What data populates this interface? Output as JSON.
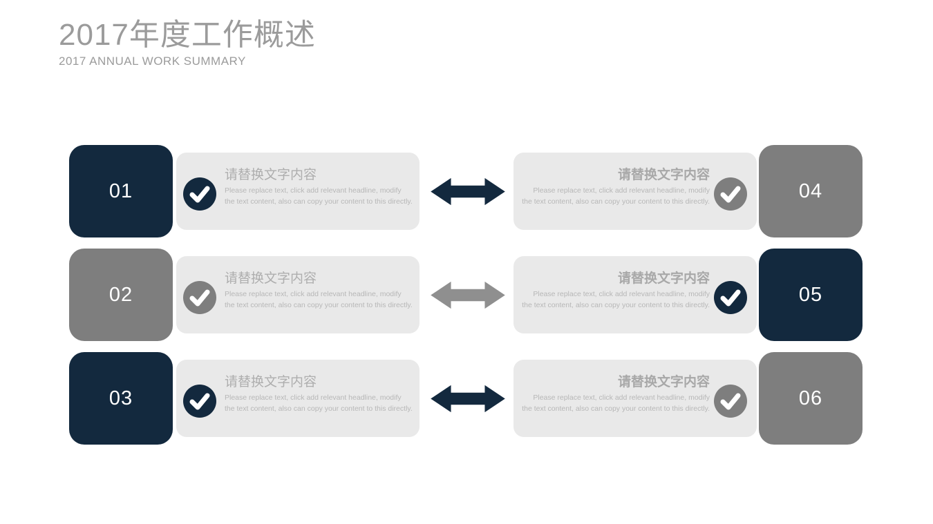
{
  "header": {
    "title": "2017年度工作概述",
    "subtitle": "2017 ANNUAL WORK SUMMARY"
  },
  "colors": {
    "navy": "#13293e",
    "gray": "#7e7e7e",
    "arrow_gray": "#8f8f8f",
    "card_background": "#e9e9e9",
    "header_text": "#9b9b9b",
    "item_title_text": "#aeaeae",
    "item_body_text": "#b7b7b7",
    "number_text": "#ffffff"
  },
  "icons": {
    "check": "check-icon",
    "arrow": "double-headed-horizontal-arrow-icon"
  },
  "items": [
    {
      "number": "01",
      "accent": "accent-navy",
      "side": "left",
      "title": "请替换文字内容",
      "body": "Please replace text, click add relevant headline, modify the text content, also can copy your content to this directly."
    },
    {
      "number": "02",
      "accent": "accent-gray",
      "side": "left",
      "title": "请替换文字内容",
      "body": "Please replace text, click add relevant headline, modify the text content, also can copy your content to this directly."
    },
    {
      "number": "03",
      "accent": "accent-navy",
      "side": "left",
      "title": "请替换文字内容",
      "body": "Please replace text, click add relevant headline, modify the text content, also can copy your content to this directly."
    },
    {
      "number": "04",
      "accent": "accent-gray",
      "side": "right",
      "title": "请替换文字内容",
      "body": "Please replace text, click add relevant headline, modify the text content, also can copy your content to this directly."
    },
    {
      "number": "05",
      "accent": "accent-navy",
      "side": "right",
      "title": "请替换文字内容",
      "body": "Please replace text, click add relevant headline, modify the text content, also can copy your content to this directly."
    },
    {
      "number": "06",
      "accent": "accent-gray",
      "side": "right",
      "title": "请替换文字内容",
      "body": "Please replace text, click add relevant headline, modify the text content, also can copy your content to this directly."
    }
  ],
  "arrows": [
    {
      "accent": "accent-navy"
    },
    {
      "accent": "accent-gray"
    },
    {
      "accent": "accent-navy"
    }
  ]
}
